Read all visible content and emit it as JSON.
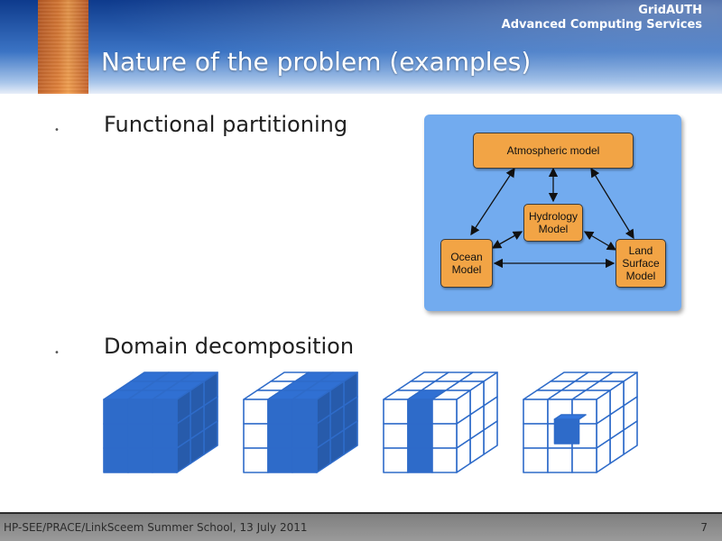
{
  "header": {
    "brand_line1": "GridAUTH",
    "brand_line2": "Advanced Computing Services",
    "title": "Nature of the problem (examples)"
  },
  "bullets": [
    {
      "symbol": "•",
      "text": "Functional partitioning"
    },
    {
      "symbol": "•",
      "text": "Domain decomposition"
    }
  ],
  "diagram": {
    "atmospheric": "Atmospheric model",
    "hydrology": "Hydrology Model",
    "ocean": "Ocean Model",
    "land": "Land Surface Model",
    "background_color": "#72abef",
    "box_color": "#f2a445"
  },
  "cubes": {
    "color": "#2e6bc9"
  },
  "footer": {
    "text": "HP-SEE/PRACE/LinkSceem Summer School, 13 July 2011",
    "page": "7"
  }
}
